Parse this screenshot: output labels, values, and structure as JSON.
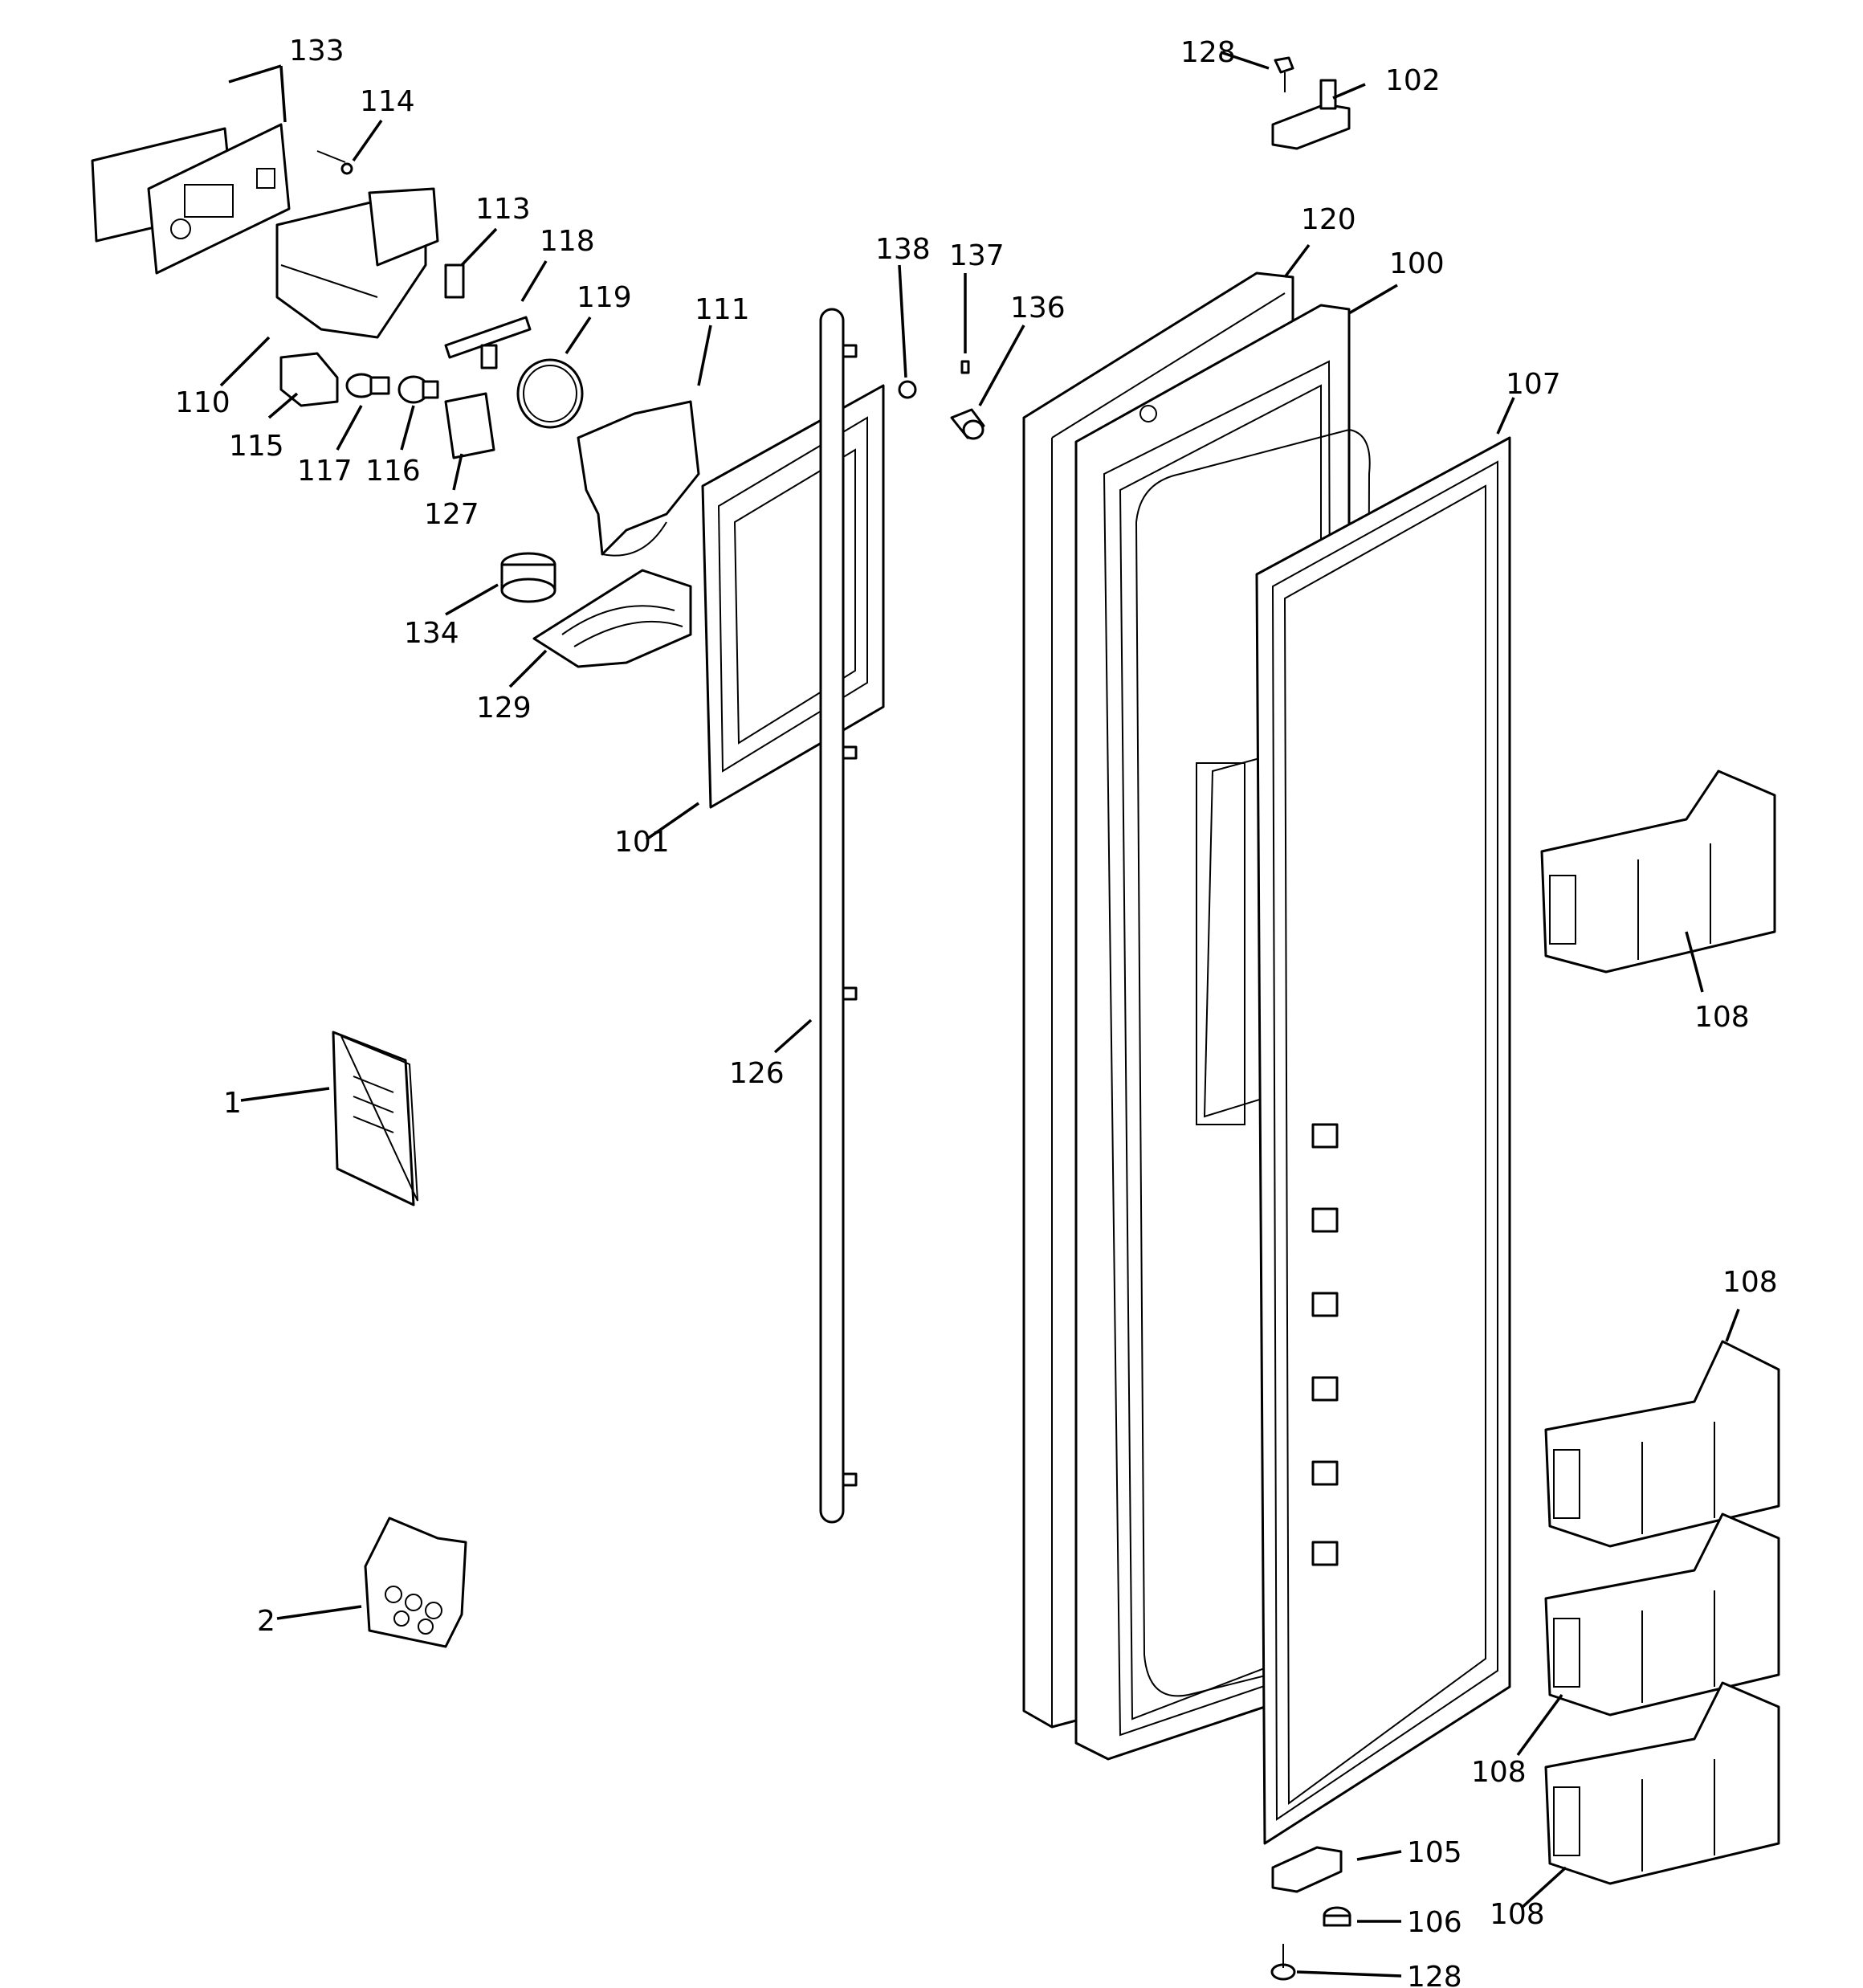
{
  "labels": {
    "p133": "133",
    "p114": "114",
    "p113": "113",
    "p118": "118",
    "p119": "119",
    "p111": "111",
    "p110": "110",
    "p115": "115",
    "p117": "117",
    "p116": "116",
    "p127": "127",
    "p134": "134",
    "p129": "129",
    "p101": "101",
    "p126": "126",
    "p138": "138",
    "p137": "137",
    "p136": "136",
    "p128top": "128",
    "p102": "102",
    "p120": "120",
    "p100": "100",
    "p107": "107",
    "p108a": "108",
    "p108b": "108",
    "p108c": "108",
    "p108d": "108",
    "p1": "1",
    "p2": "2",
    "p105": "105",
    "p106": "106",
    "p128bot": "128"
  },
  "colors": {
    "line": "#000000",
    "background": "#ffffff"
  }
}
